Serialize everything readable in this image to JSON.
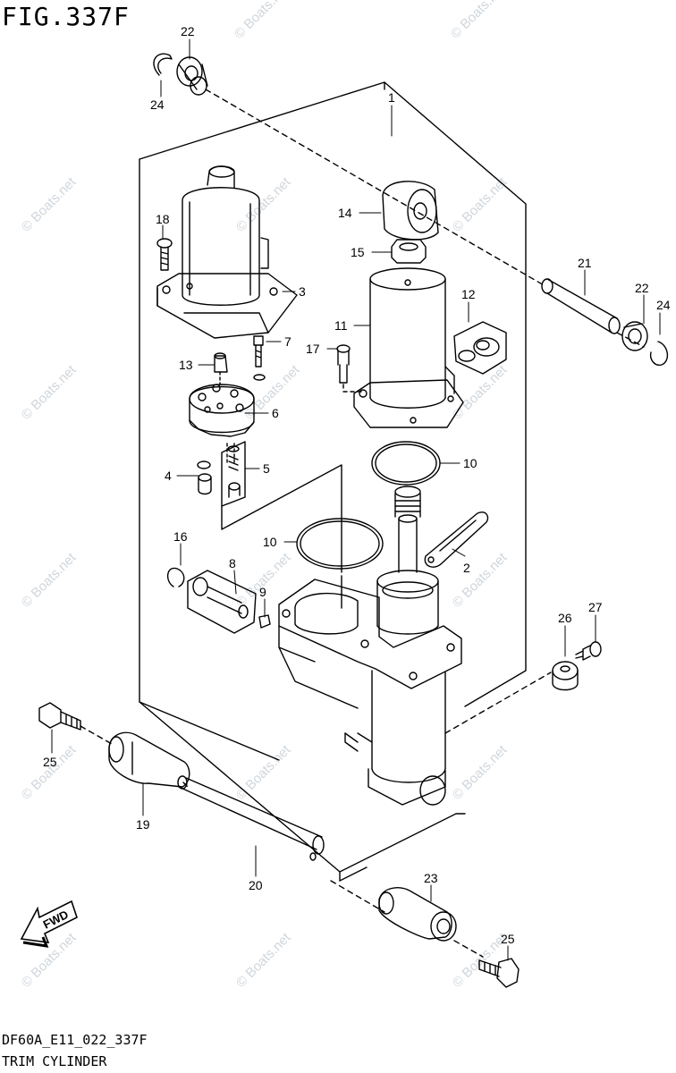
{
  "figure": {
    "title": "FIG.337F",
    "code": "DF60A_E11_022_337F",
    "caption": "TRIM CYLINDER",
    "watermark": "© Boats.net",
    "fwd_label": "FWD"
  },
  "callouts": [
    {
      "id": "c22a",
      "label": "22"
    },
    {
      "id": "c24a",
      "label": "24"
    },
    {
      "id": "c1",
      "label": "1"
    },
    {
      "id": "c18",
      "label": "18"
    },
    {
      "id": "c14",
      "label": "14"
    },
    {
      "id": "c15",
      "label": "15"
    },
    {
      "id": "c3",
      "label": "3"
    },
    {
      "id": "c21",
      "label": "21"
    },
    {
      "id": "c22b",
      "label": "22"
    },
    {
      "id": "c24b",
      "label": "24"
    },
    {
      "id": "c12",
      "label": "12"
    },
    {
      "id": "c11",
      "label": "11"
    },
    {
      "id": "c7",
      "label": "7"
    },
    {
      "id": "c17",
      "label": "17"
    },
    {
      "id": "c13",
      "label": "13"
    },
    {
      "id": "c6",
      "label": "6"
    },
    {
      "id": "c4",
      "label": "4"
    },
    {
      "id": "c5",
      "label": "5"
    },
    {
      "id": "c10a",
      "label": "10"
    },
    {
      "id": "c16",
      "label": "16"
    },
    {
      "id": "c10b",
      "label": "10"
    },
    {
      "id": "c8",
      "label": "8"
    },
    {
      "id": "c2",
      "label": "2"
    },
    {
      "id": "c9",
      "label": "9"
    },
    {
      "id": "c26",
      "label": "26"
    },
    {
      "id": "c27",
      "label": "27"
    },
    {
      "id": "c25a",
      "label": "25"
    },
    {
      "id": "c19",
      "label": "19"
    },
    {
      "id": "c20",
      "label": "20"
    },
    {
      "id": "c23",
      "label": "23"
    },
    {
      "id": "c25b",
      "label": "25"
    }
  ],
  "colors": {
    "line": "#000000",
    "watermark": "#cfd6dc",
    "background": "#ffffff"
  }
}
